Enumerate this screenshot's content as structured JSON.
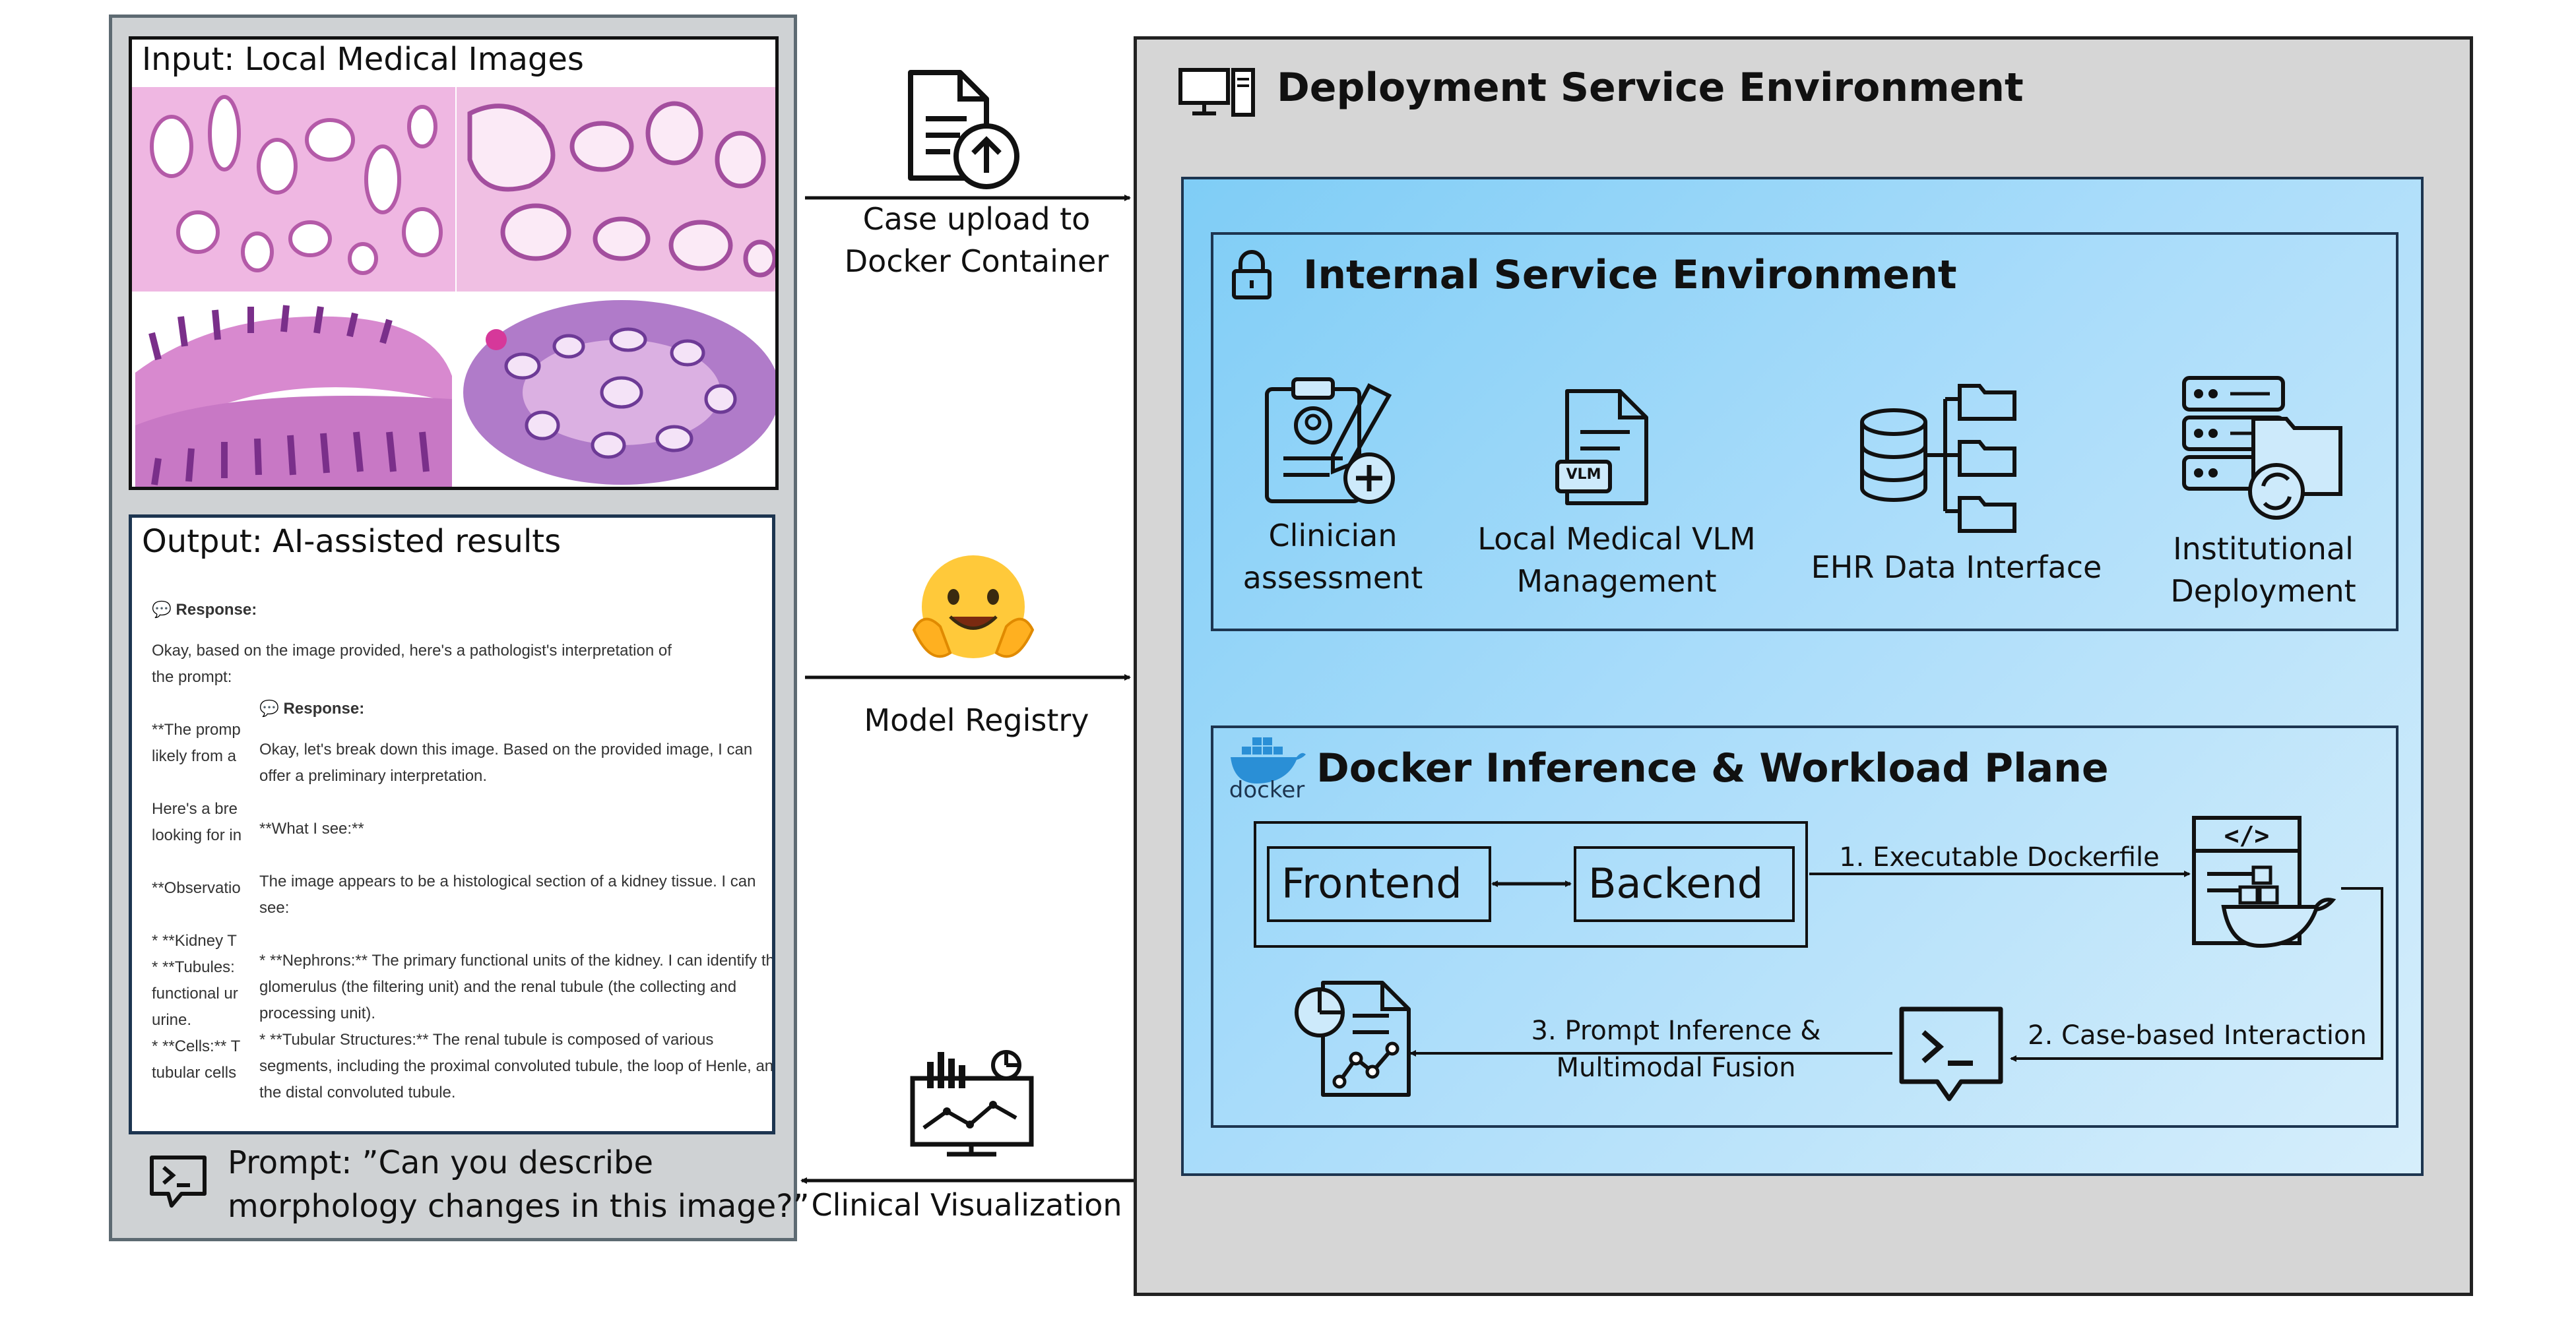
{
  "input": {
    "label": "Input: Local Medical Images"
  },
  "output": {
    "label": "Output: AI-assisted results",
    "response_a": {
      "header": "💬 Response:",
      "lines": [
        "Okay, based on the image provided, here's a pathologist's interpretation of",
        "the prompt:",
        "",
        "**The promp",
        "likely from a",
        "",
        "Here's a bre",
        "looking for in",
        "",
        "**Observatio",
        "",
        "* **Kidney T",
        "* **Tubules:",
        "functional ur",
        "urine.",
        "* **Cells:** T",
        "tubular cells"
      ]
    },
    "response_b": {
      "header": "💬 Response:",
      "lines": [
        "Okay, let's break down this image. Based on the provided image, I can",
        "offer a preliminary interpretation.",
        "",
        "**What I see:**",
        "",
        "The image appears to be a histological section of a kidney tissue. I can",
        "see:",
        "",
        "* **Nephrons:** The primary functional units of the kidney. I can identify the",
        "glomerulus (the filtering unit) and the renal tubule (the collecting and",
        "processing unit).",
        "* **Tubular Structures:** The renal tubule is composed of various",
        "segments, including the proximal convoluted tubule, the loop of Henle, and",
        "the distal convoluted tubule."
      ]
    }
  },
  "prompt": {
    "text_line1": "Prompt: ”Can you describe",
    "text_line2": "morphology changes in this image?”",
    "icon": "terminal-chat-icon"
  },
  "arrows": {
    "upload_line1": "Case upload to",
    "upload_line2": "Docker Container",
    "registry": "Model Registry",
    "visualization": "Clinical Visualization"
  },
  "deployment": {
    "title": "Deployment Service Environment",
    "icon": "desktop-computer-icon"
  },
  "internal": {
    "title": "Internal Service Environment",
    "icon": "lock-icon",
    "items": [
      {
        "line1": "Clinician",
        "line2": "assessment",
        "icon": "clipboard-doctor-icon"
      },
      {
        "line1": "Local Medical VLM",
        "line2": "Management",
        "icon": "vlm-file-icon"
      },
      {
        "line1": "EHR Data Interface",
        "line2": "",
        "icon": "database-folders-icon"
      },
      {
        "line1": "Institutional",
        "line2": "Deployment",
        "icon": "server-sync-icon"
      }
    ],
    "vlm_badge": "VLM"
  },
  "docker": {
    "title": "Docker Inference & Workload Plane",
    "logo_text": "docker",
    "frontend": "Frontend",
    "backend": "Backend",
    "step1": "1. Executable Dockerfile",
    "step2": "2. Case-based Interaction",
    "step3_line1": "3. Prompt Inference &",
    "step3_line2": "Multimodal Fusion",
    "code_badge": "</>"
  },
  "colors": {
    "left_panel_bg": "#cfd2d4",
    "right_panel_bg": "#d6d6d6",
    "blue_panel_light": "#d6eefb",
    "blue_panel_dark": "#7fcdf6",
    "tissue_pink": "#e59ad6",
    "tissue_purple": "#8a4fb0",
    "docker_blue": "#2a8fd6",
    "hug_yellow": "#ffc93a"
  }
}
